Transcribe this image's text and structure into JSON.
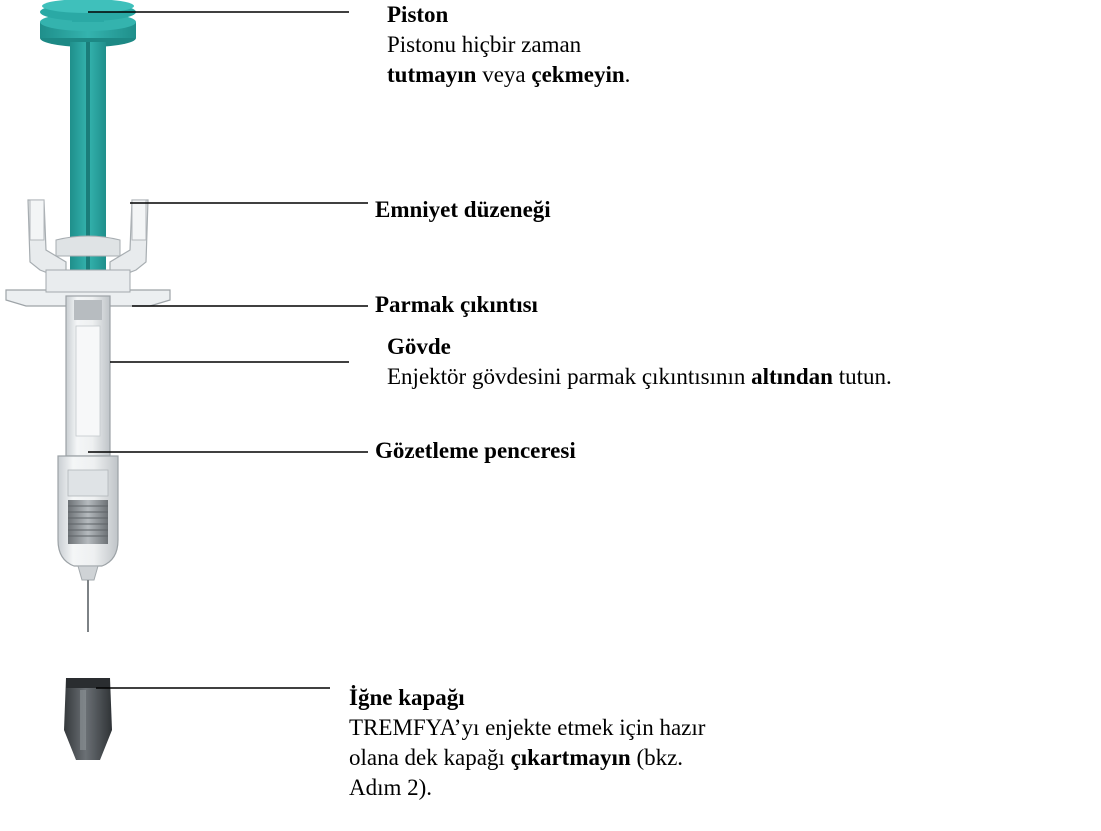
{
  "labels": {
    "piston": {
      "title": "Piston",
      "line1": "Pistonu hiçbir zaman",
      "line2_bold1": "tutmayın",
      "line2_mid": " veya ",
      "line2_bold2": "çekmeyin",
      "line2_end": "."
    },
    "safety_guard": {
      "title": "Emniyet düzeneği"
    },
    "finger_flange": {
      "title": "Parmak çıkıntısı"
    },
    "body": {
      "title": "Gövde",
      "text_pre": "Enjektör gövdesini parmak çıkıntısının ",
      "text_bold": "altından",
      "text_post": " tutun."
    },
    "viewing_window": {
      "title": "Gözetleme penceresi"
    },
    "needle_cap": {
      "title": "İğne kapağı",
      "line1": "TREMFYA’yı enjekte etmek için hazır",
      "line2_pre": "olana dek kapağı ",
      "line2_bold": "çıkartmayın",
      "line2_post": " (bkz.",
      "line3": "Adım 2)."
    }
  },
  "colors": {
    "plunger": "#2aa9a5",
    "plunger_dark": "#1d8985",
    "plastic": "#e3e6e8",
    "metal": "#8a8f94",
    "cap": "#4a4e52",
    "leader_line": "#000000"
  }
}
